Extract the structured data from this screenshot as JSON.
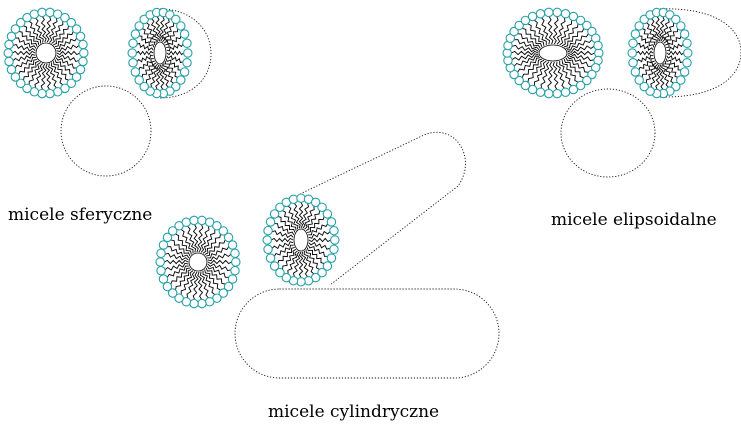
{
  "labels": {
    "spherical": "micele sferyczne",
    "ellipsoidal": "micele elipsoidalne",
    "cylindrical": "micele cylindryczne"
  },
  "colors": {
    "headgroup": "#26a0a8",
    "tail": "#000000",
    "outline": "#111111",
    "background": "#ffffff"
  }
}
